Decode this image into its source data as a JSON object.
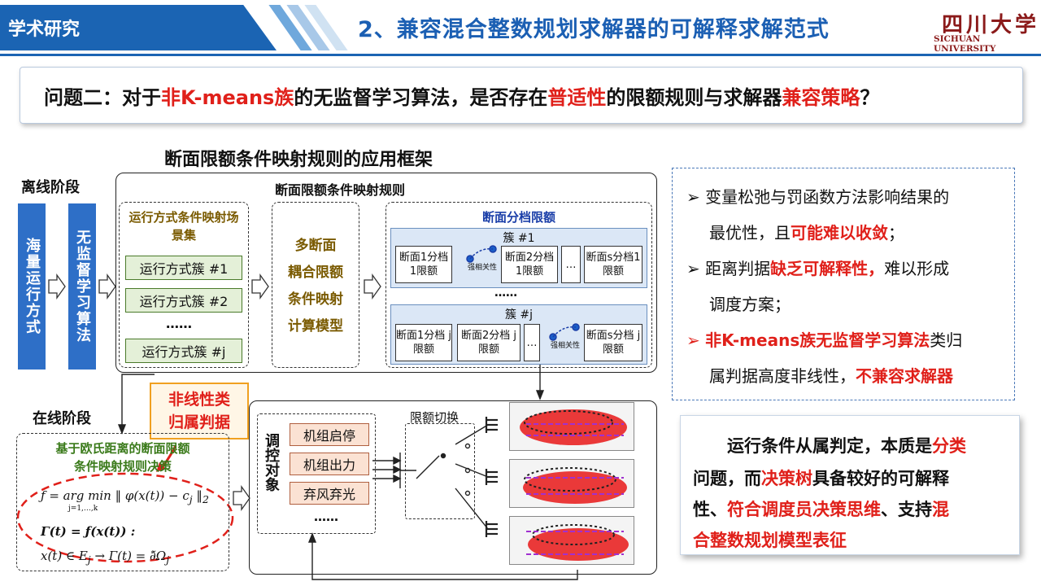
{
  "header": {
    "section_tag": "学术研究",
    "title": "2、兼容混合整数规划求解器的可解释求解范式",
    "logo_cn": "四川大学",
    "logo_en": "SICHUAN UNIVERSITY"
  },
  "question": {
    "p1": "问题二：对于",
    "p2": "非K-means族",
    "p3": "的无监督学习算法，是否存在",
    "p4": "普适性",
    "p5": "的限额规则与求解器",
    "p6": "兼容策略",
    "p7": "？"
  },
  "framework": {
    "title": "断面限额条件映射规则的应用框架",
    "offline_label": "离线阶段",
    "online_label": "在线阶段",
    "bar1": "海量运行方式",
    "bar2": "无监督学习算法",
    "rules_title": "断面限额条件映射规则",
    "scene_title": "运行方式条件映射场景集",
    "clusters": [
      "运行方式簇 #1",
      "运行方式簇 #2",
      "……",
      "运行方式簇 #j"
    ],
    "model": [
      "多断面",
      "耦合限额",
      "条件映射",
      "计算模型"
    ],
    "tier_title": "断面分档限额",
    "cluster1_label": "簇 #1",
    "clusterj_label": "簇 #j",
    "dots": "……",
    "c1_cells": [
      "断面1分档1限额",
      "断面2分档1限额",
      "断面s分档1限额"
    ],
    "cj_cells": [
      "断面1分档 j限额",
      "断面2分档 j限额",
      "断面s分档 j限额"
    ],
    "ellipsis": "…",
    "strong_corr": "强相关性",
    "orange": [
      "非线性类",
      "归属判据"
    ],
    "online_box_title": [
      "基于欧氏距离的断面限额",
      "条件映射规则决策"
    ],
    "control_label": "调控对象",
    "controls": [
      "机组启停",
      "机组出力",
      "弃风弃光",
      "……"
    ],
    "switch_label": "限额切换"
  },
  "bullets": [
    {
      "a": "变量松弛与罚函数方法影响结果的",
      "b": "最优性，且",
      "c": "可能难以收敛",
      "d": "；"
    },
    {
      "a": "距离判据",
      "b": "缺乏可解释性，",
      "c": "难以形成",
      "d": "调度方案；"
    },
    {
      "a": "非K-means族无监督学习算法",
      "b": "类归",
      "c": "属判据高度非线性，",
      "d": "不兼容求解器"
    }
  ],
  "conclusion": {
    "l1a": "运行条件从属判定，本质是",
    "l1b": "分类",
    "l2a": "问题，而",
    "l2b": "决策树",
    "l2c": "具备较好的可解释",
    "l3a": "性、",
    "l3b": "符合调度员决策思维",
    "l3c": "、支持",
    "l3d": "混",
    "l4a": "合整数规划模型表征"
  },
  "colors": {
    "accent_blue": "#1b64b3",
    "highlight_red": "#e0201a",
    "olive": "#7a5a00"
  }
}
